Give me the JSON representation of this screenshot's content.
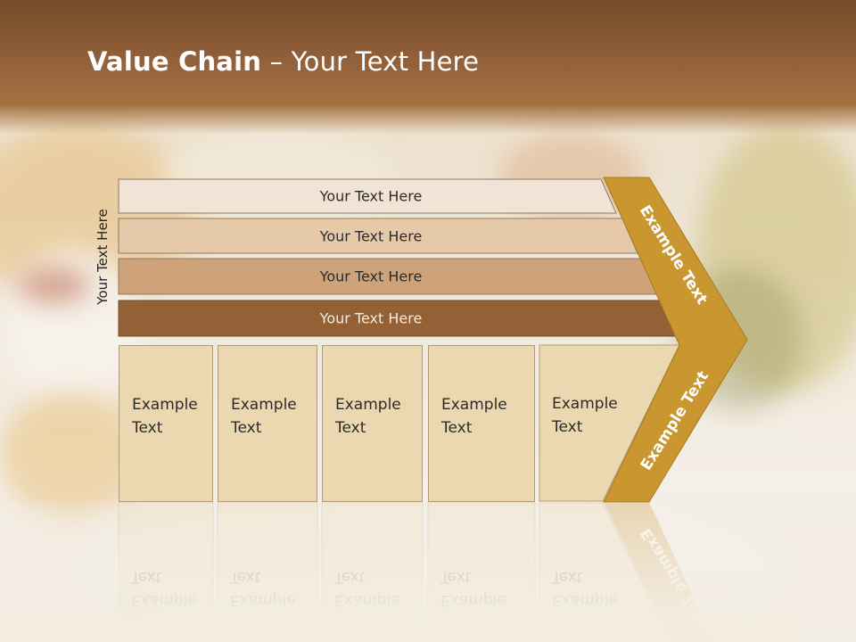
{
  "slide": {
    "title_bold": "Value Chain",
    "title_rest": " – Your Text Here",
    "side_label": "Your Text Here"
  },
  "bars": [
    {
      "label": "Your Text Here",
      "color": "#f1e4d6"
    },
    {
      "label": "Your Text Here",
      "color": "#e6c9a8"
    },
    {
      "label": "Your Text Here",
      "color": "#cfa37a"
    },
    {
      "label": "Your Text Here",
      "color": "#946136"
    }
  ],
  "boxes": [
    {
      "label": "Example Text"
    },
    {
      "label": "Example Text"
    },
    {
      "label": "Example Text"
    },
    {
      "label": "Example Text"
    },
    {
      "label": "Example Text"
    }
  ],
  "chevron": {
    "top_label": "Example Text",
    "bottom_label": "Example Text",
    "color": "#c9962f"
  }
}
